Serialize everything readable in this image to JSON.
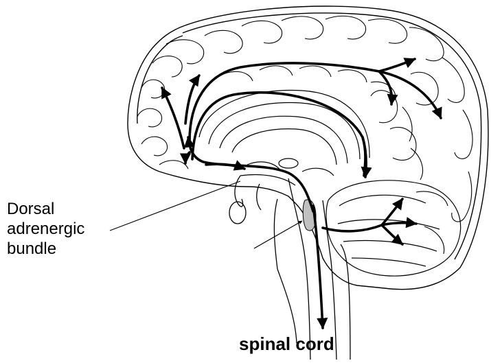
{
  "labels": {
    "bundle_line1": "Dorsal",
    "bundle_line2": "adrenergic",
    "bundle_line3": "bundle",
    "spinal_cord": "spinal cord"
  },
  "colors": {
    "ink": "#000000",
    "bundle_fill": "#c0c0c0",
    "background": "#ffffff"
  }
}
